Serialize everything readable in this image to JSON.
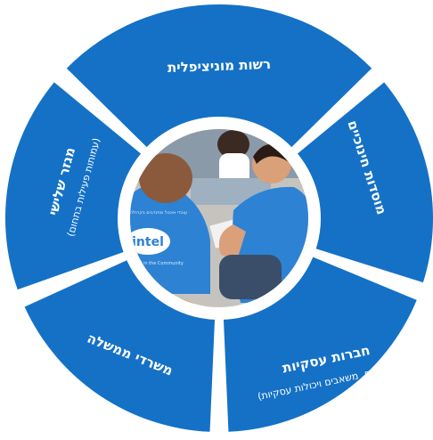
{
  "colors": {
    "segment_blue": "#1471c6",
    "gap_white": "#ffffff",
    "shirt_blue": "#2d82d4",
    "floor_gray": "#c6c3bf",
    "skin": "#d9a07a"
  },
  "segments": [
    {
      "label": "רשות מוניציפלית",
      "sub": ""
    },
    {
      "label": "מוסדות חינוכיים",
      "sub": ""
    },
    {
      "label": "חברות עסקיות",
      "sub": "(מתנדבים, משאבים ויכולות עסקיות)"
    },
    {
      "label": "משרדי ממשלה",
      "sub": ""
    },
    {
      "label": "מגזר שלישי",
      "sub": "(עמותות פעילות בתחום)"
    }
  ],
  "photo": {
    "shirt_logo": "intel",
    "shirt_tagline": "Involved in the Community",
    "shirt_hebrew": "עובדי אינטל מתנדבים בקהילה"
  }
}
